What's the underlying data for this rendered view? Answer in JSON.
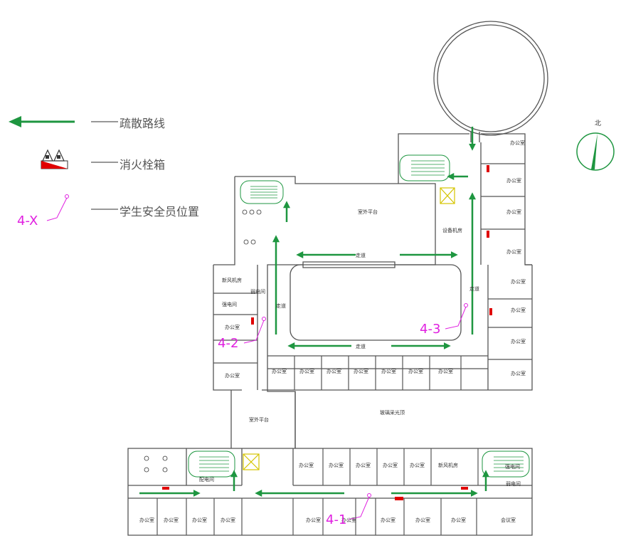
{
  "legend": {
    "route": "疏散路线",
    "hydrant": "消火栓箱",
    "officer": "学生安全员位置",
    "officer_code": "4-X"
  },
  "compass": {
    "north": "北"
  },
  "positions": [
    "4-1",
    "4-2",
    "4-3"
  ],
  "rooms": {
    "office": "办公室",
    "outdoor_platform": "室外平台",
    "corridor": "走道",
    "glass_corridor": "玻璃采光顶",
    "meeting": "会议室",
    "distribution": "配电间",
    "fan_room": "新风机房",
    "weak_current": "弱电间",
    "strong_current": "强电间",
    "equipment": "设备机房"
  },
  "colors": {
    "route": "#1e9640",
    "hydrant": "#e00000",
    "officer": "#e020e0",
    "wall": "#555555"
  }
}
